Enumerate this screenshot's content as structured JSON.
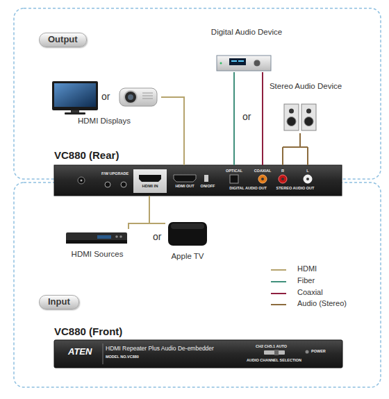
{
  "diagram": {
    "nodes": [
      {
        "text": [
          "Output"
        ]
      },
      {
        "text": [
          "HDMI Displays"
        ],
        "in": 0
      },
      {
        "text": [
          "Digital Audio Device"
        ],
        "in": 0
      },
      {
        "text": [
          "Stereo Audio Device"
        ],
        "in": 0
      },
      {
        "text": [
          "VC880 (Rear)",
          "F/W UPGRADE",
          "HDMI IN",
          "HDMI OUT",
          "ON/OFF",
          "OPTICAL",
          "COAXIAL",
          "DIGITAL AUDIO OUT",
          "R",
          "L",
          "STEREO AUDIO OUT"
        ]
      },
      {
        "text": [
          "Input"
        ]
      },
      {
        "text": [
          "HDMI Sources"
        ],
        "in": 5
      },
      {
        "text": [
          "Apple TV"
        ],
        "in": 5
      },
      {
        "text": [
          "VC880 (Front)",
          "ATEN",
          "HDMI Repeater Plus Audio De-embedder",
          "MODEL NO.VC880",
          "CH2 CH5.1 AUTO",
          "AUDIO CHANNEL SELECTION",
          "POWER"
        ],
        "in": 5
      }
    ],
    "edges": [
      {
        "from": 1,
        "to": 4,
        "arrow": "none"
      },
      {
        "from": 2,
        "to": 4,
        "arrow": "none"
      },
      {
        "from": 2,
        "to": 4,
        "arrow": "none"
      },
      {
        "from": 3,
        "to": 4,
        "arrow": "none"
      },
      {
        "from": 6,
        "to": 4,
        "arrow": "none"
      },
      {
        "from": 7,
        "to": 4,
        "arrow": "none"
      }
    ],
    "labels": [
      "or",
      "or",
      "or"
    ],
    "legend": [
      {
        "text": "HDMI",
        "color": "#b5a36c"
      },
      {
        "text": "Fiber",
        "color": "#3f8f7b"
      },
      {
        "text": "Coaxial",
        "color": "#8e1f3f"
      },
      {
        "text": "Audio (Stereo)",
        "color": "#8b6b3d"
      }
    ]
  }
}
